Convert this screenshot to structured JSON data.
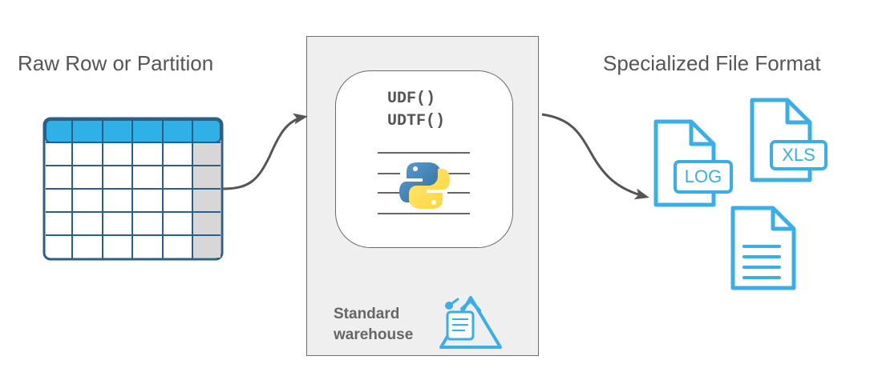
{
  "labels": {
    "left": "Raw Row or Partition",
    "right": "Specialized File Format"
  },
  "code": {
    "line1": "UDF()",
    "line2": "UDTF()"
  },
  "warehouse": {
    "line1": "Standard",
    "line2": "warehouse"
  },
  "files": {
    "log": "LOG",
    "xls": "XLS"
  },
  "icons": {
    "table": "table-icon",
    "python": "python-logo-icon",
    "warehouse": "mountain-warehouse-icon",
    "log_file": "log-file-icon",
    "xls_file": "xls-file-icon",
    "text_file": "text-file-icon"
  },
  "colors": {
    "accent": "#3aaee6",
    "header": "#2fb1e8",
    "grid": "#2c5f86",
    "text": "#555555",
    "warehouse_bg": "#efefef"
  }
}
